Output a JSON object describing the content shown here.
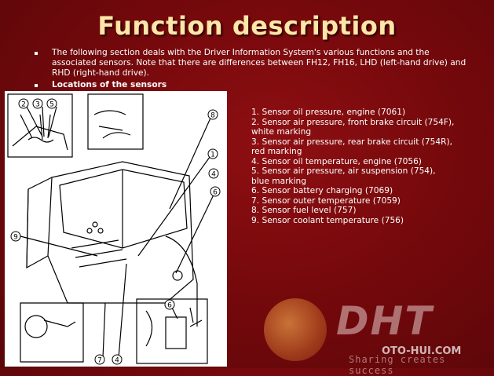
{
  "slide": {
    "title": "Function description",
    "bullets": [
      "The following section deals with the Driver Information System's various functions and the associated sensors. Note that there are differences between FH12, FH16, LHD (left-hand drive) and RHD (right-hand drive).",
      "Locations of the sensors"
    ],
    "sensors": [
      "1. Sensor oil pressure, engine (7061)",
      "2. Sensor air pressure, front brake circuit (754F), white marking",
      "3. Sensor air pressure, rear brake circuit (754R), red marking",
      "4. Sensor oil temperature, engine (7056)",
      "5. Sensor air pressure, air suspension (754), blue marking",
      "6. Sensor battery charging (7069)",
      "7. Sensor outer temperature (7059)",
      "8. Sensor fuel level (757)",
      "9. Sensor coolant temperature (756)"
    ],
    "figure_callouts": [
      "2",
      "3",
      "5",
      "8",
      "1",
      "4",
      "6",
      "9",
      "6",
      "7",
      "4"
    ]
  },
  "watermark": {
    "brand": "DHT",
    "site": "OTO-HUI.COM",
    "tagline": "Sharing creates success"
  },
  "colors": {
    "background": "#7a0a0d",
    "title": "#fde6a8",
    "body_text": "#ffffff"
  }
}
